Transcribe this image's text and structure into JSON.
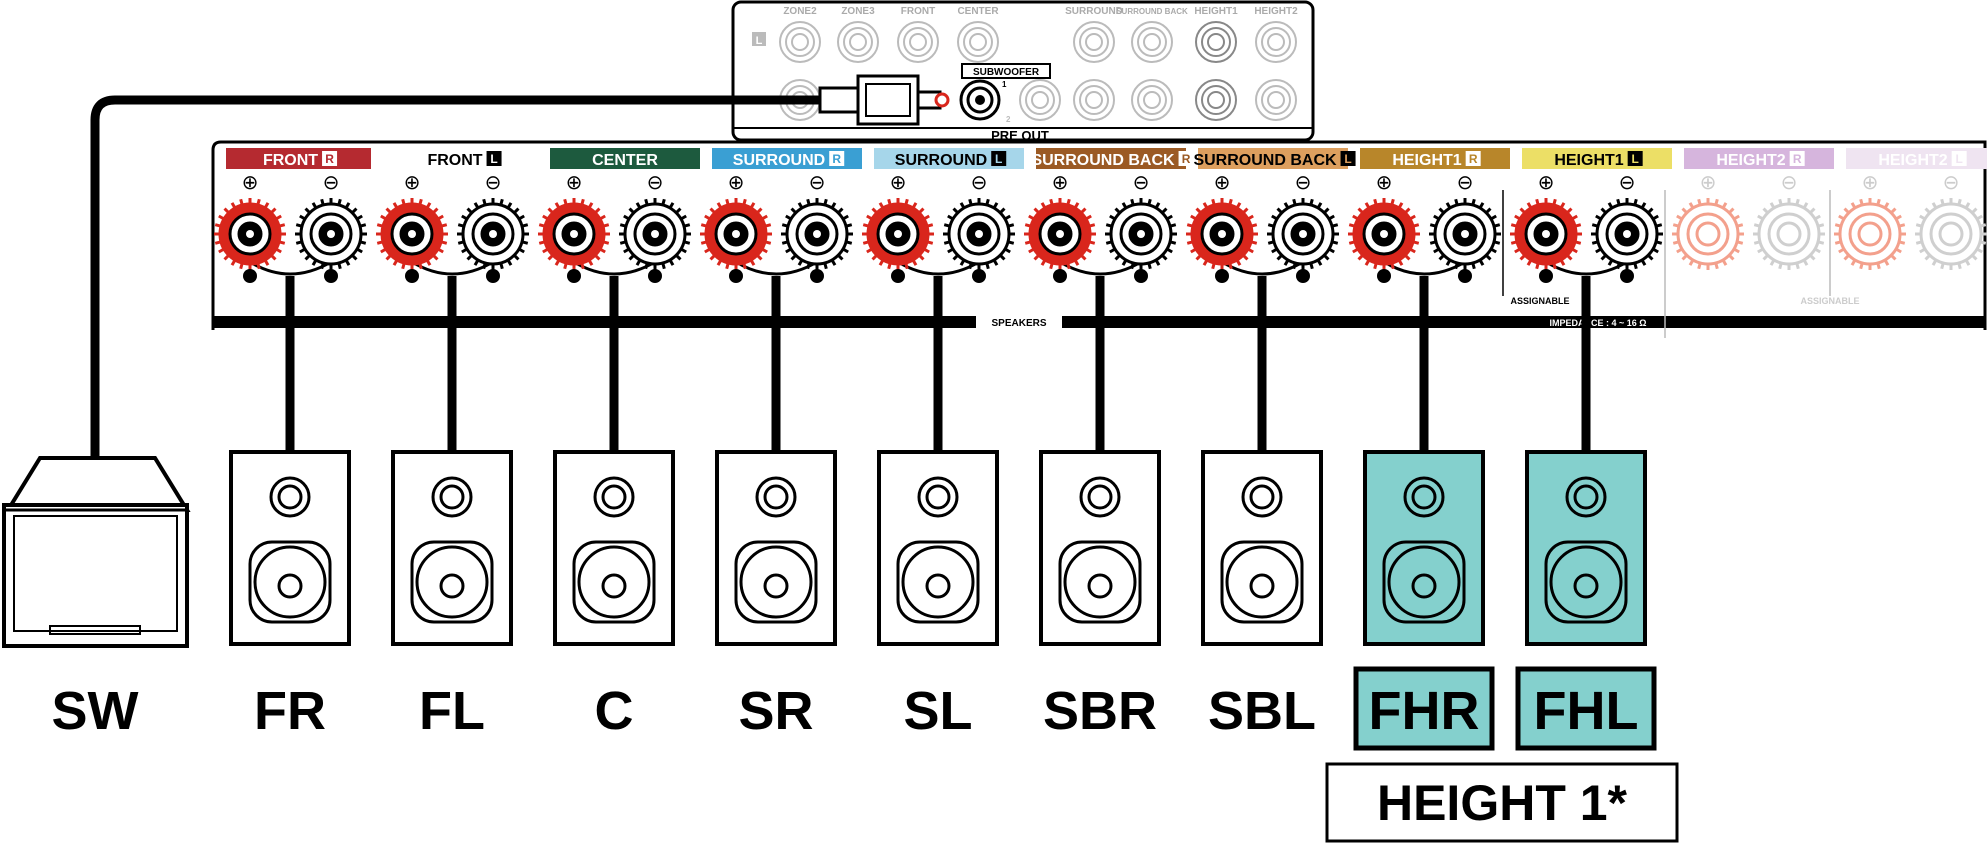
{
  "preout": {
    "title": "PRE OUT",
    "subwoofer_label": "SUBWOOFER",
    "sub_mark_1": "1",
    "sub_mark_2": "2",
    "l_badge": "L",
    "labels": [
      "ZONE2",
      "ZONE3",
      "FRONT",
      "CENTER",
      "SURROUND",
      "SURROUND BACK",
      "HEIGHT1",
      "HEIGHT2"
    ]
  },
  "terminals": {
    "speakers_label": "SPEAKERS",
    "impedance_label": "IMPEDANCE : 4 ~ 16 Ω",
    "assignable_1": "ASSIGNABLE",
    "assignable_2": "ASSIGNABLE",
    "plus_symbol": "⊕",
    "minus_symbol": "⊖",
    "channels": [
      {
        "label": "FRONT",
        "side": "R",
        "color": "#b52a30",
        "text_color": "#ffffff",
        "faded": false
      },
      {
        "label": "FRONT",
        "side": "L",
        "color": "#ffffff",
        "text_color": "#000000",
        "faded": false
      },
      {
        "label": "CENTER",
        "side": "",
        "color": "#1d5a3e",
        "text_color": "#ffffff",
        "faded": false
      },
      {
        "label": "SURROUND",
        "side": "R",
        "color": "#3a9fd3",
        "text_color": "#ffffff",
        "faded": false
      },
      {
        "label": "SURROUND",
        "side": "L",
        "color": "#a6d6ea",
        "text_color": "#000000",
        "faded": false
      },
      {
        "label": "SURROUND BACK",
        "side": "R",
        "color": "#9b5a24",
        "text_color": "#ffffff",
        "faded": false
      },
      {
        "label": "SURROUND BACK",
        "side": "L",
        "color": "#dd9f5e",
        "text_color": "#000000",
        "faded": false
      },
      {
        "label": "HEIGHT1",
        "side": "R",
        "color": "#b8862a",
        "text_color": "#ffffff",
        "faded": false
      },
      {
        "label": "HEIGHT1",
        "side": "L",
        "color": "#ecdf66",
        "text_color": "#000000",
        "faded": false
      },
      {
        "label": "HEIGHT2",
        "side": "R",
        "color": "#d6b5dd",
        "text_color": "#ffffff",
        "faded": true
      },
      {
        "label": "HEIGHT2",
        "side": "L",
        "color": "#efe4f1",
        "text_color": "#ffffff",
        "faded": true
      }
    ]
  },
  "speakers": [
    {
      "label": "FR",
      "highlight": false
    },
    {
      "label": "FL",
      "highlight": false
    },
    {
      "label": "C",
      "highlight": false
    },
    {
      "label": "SR",
      "highlight": false
    },
    {
      "label": "SL",
      "highlight": false
    },
    {
      "label": "SBR",
      "highlight": false
    },
    {
      "label": "SBL",
      "highlight": false
    },
    {
      "label": "FHR",
      "highlight": true
    },
    {
      "label": "FHL",
      "highlight": true
    }
  ],
  "subwoofer": {
    "label": "SW"
  },
  "height_note": "HEIGHT 1*",
  "colors": {
    "highlight": "#84d0cd",
    "terminal_plus": "#d9261c",
    "line": "#000000"
  }
}
